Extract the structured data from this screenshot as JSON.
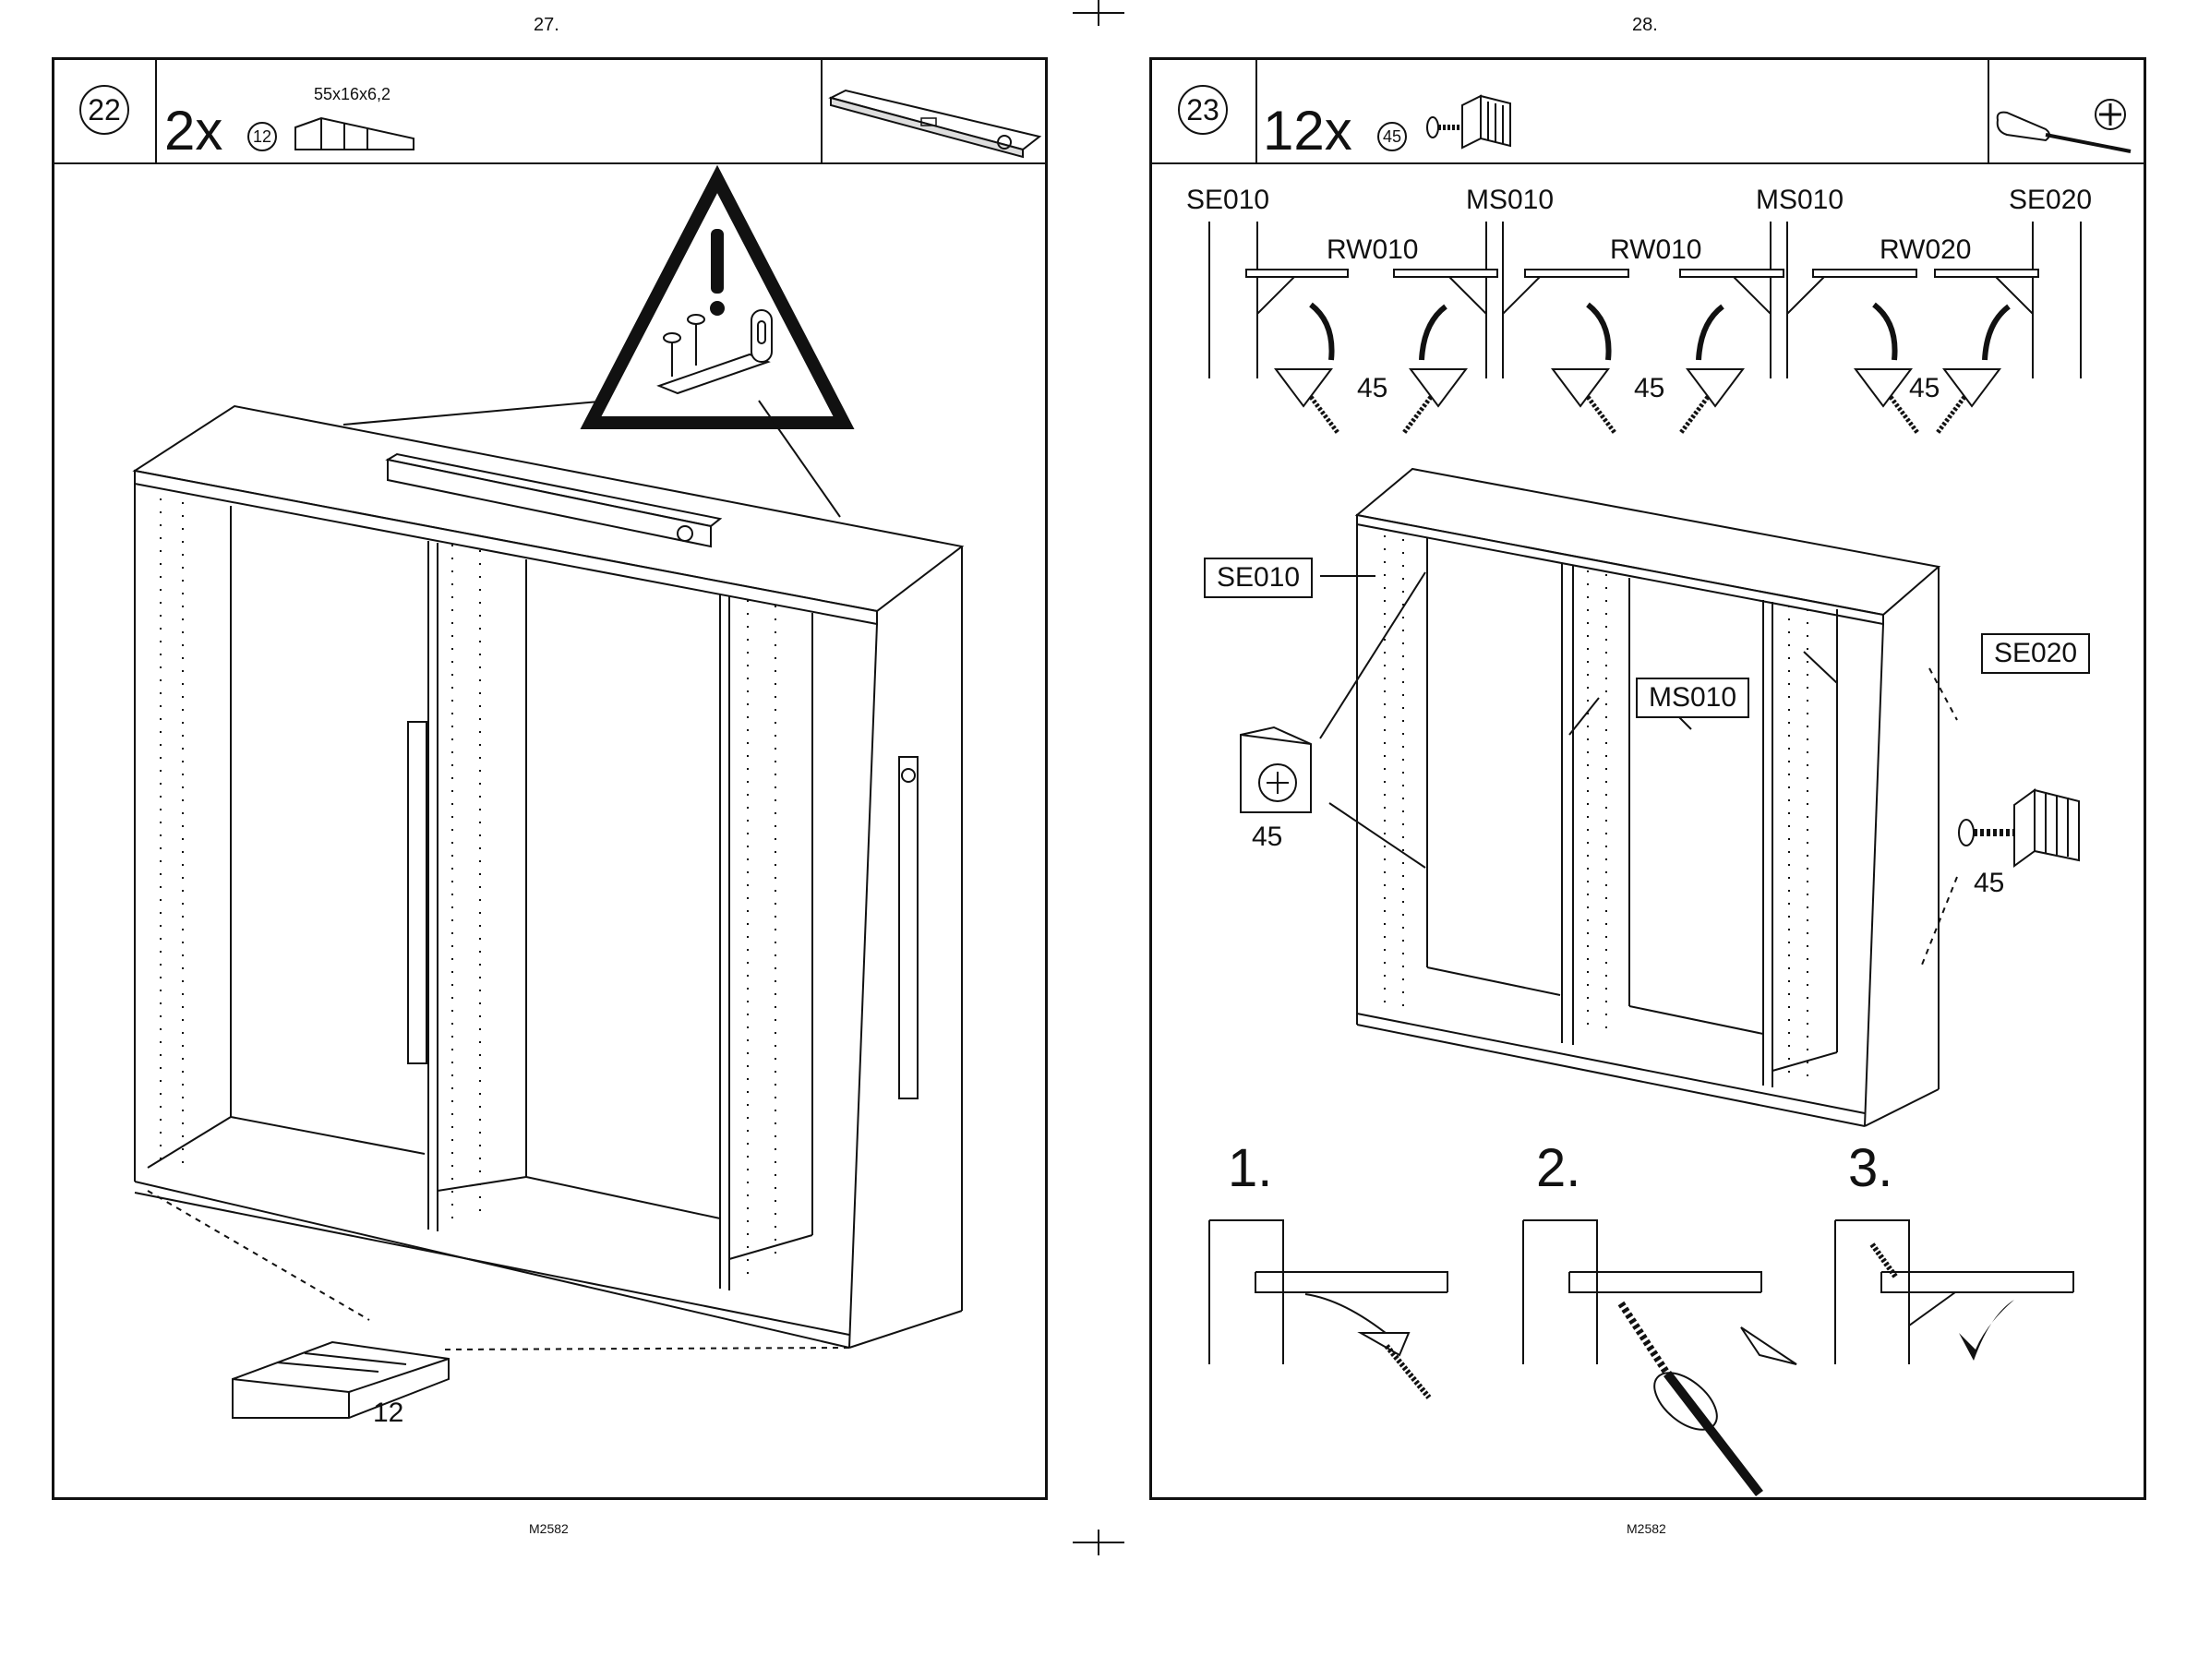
{
  "page_left": {
    "page_number": "27.",
    "footer": "M2582",
    "step_number": "22",
    "quantity": "2x",
    "part_number": "12",
    "part_size": "55x16x6,2",
    "callout_part": "12"
  },
  "page_right": {
    "page_number": "28.",
    "footer": "M2582",
    "step_number": "23",
    "quantity": "12x",
    "part_number": "45",
    "top_labels": [
      "SE010",
      "MS010",
      "MS010",
      "SE020"
    ],
    "rail_labels": [
      "RW010",
      "RW010",
      "RW020"
    ],
    "screw_labels": [
      "45",
      "45",
      "45"
    ],
    "box_labels": {
      "se010": "SE010",
      "ms010": "MS010",
      "se020": "SE020"
    },
    "detail_labels": [
      "45",
      "45"
    ],
    "substeps": [
      "1.",
      "2.",
      "3."
    ]
  },
  "icons": [
    "warning-icon",
    "spirit-level-icon",
    "screwdriver-icon",
    "phillips-head-icon",
    "checkmark-icon",
    "wedge-icon",
    "bracket-icon"
  ]
}
